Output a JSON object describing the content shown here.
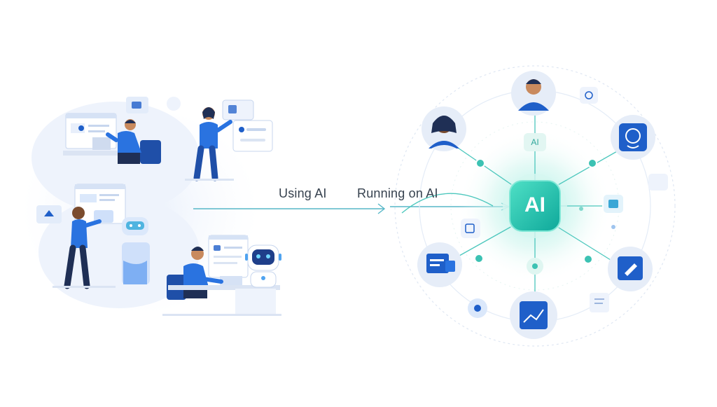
{
  "labels": {
    "left_caption": "Using AI",
    "right_caption": "Running on AI",
    "hub": "AI",
    "hub_chip": "AI"
  },
  "colors": {
    "primary_blue": "#1f5fc9",
    "light_blue": "#dbe8fb",
    "teal": "#2fc7b0",
    "teal_dark": "#0fa596",
    "line_teal": "#4cc7bd",
    "text": "#37424f",
    "skin": "#c98a5e",
    "dark": "#1f2f55"
  },
  "left_scene": {
    "people": [
      "person-desk-top",
      "person-standing-top",
      "person-standing-board",
      "person-desk-robot"
    ],
    "robots": [
      "robot-small",
      "robot-large"
    ]
  },
  "right_network": {
    "nodes": [
      {
        "id": "woman-avatar",
        "icon": "woman-avatar-icon"
      },
      {
        "id": "man-avatar",
        "icon": "man-avatar-icon"
      },
      {
        "id": "bot-card",
        "icon": "bot-card-icon"
      },
      {
        "id": "chat-window",
        "icon": "chat-window-icon"
      },
      {
        "id": "pen-card",
        "icon": "pen-card-icon"
      },
      {
        "id": "chart-card",
        "icon": "chart-card-icon"
      }
    ]
  }
}
